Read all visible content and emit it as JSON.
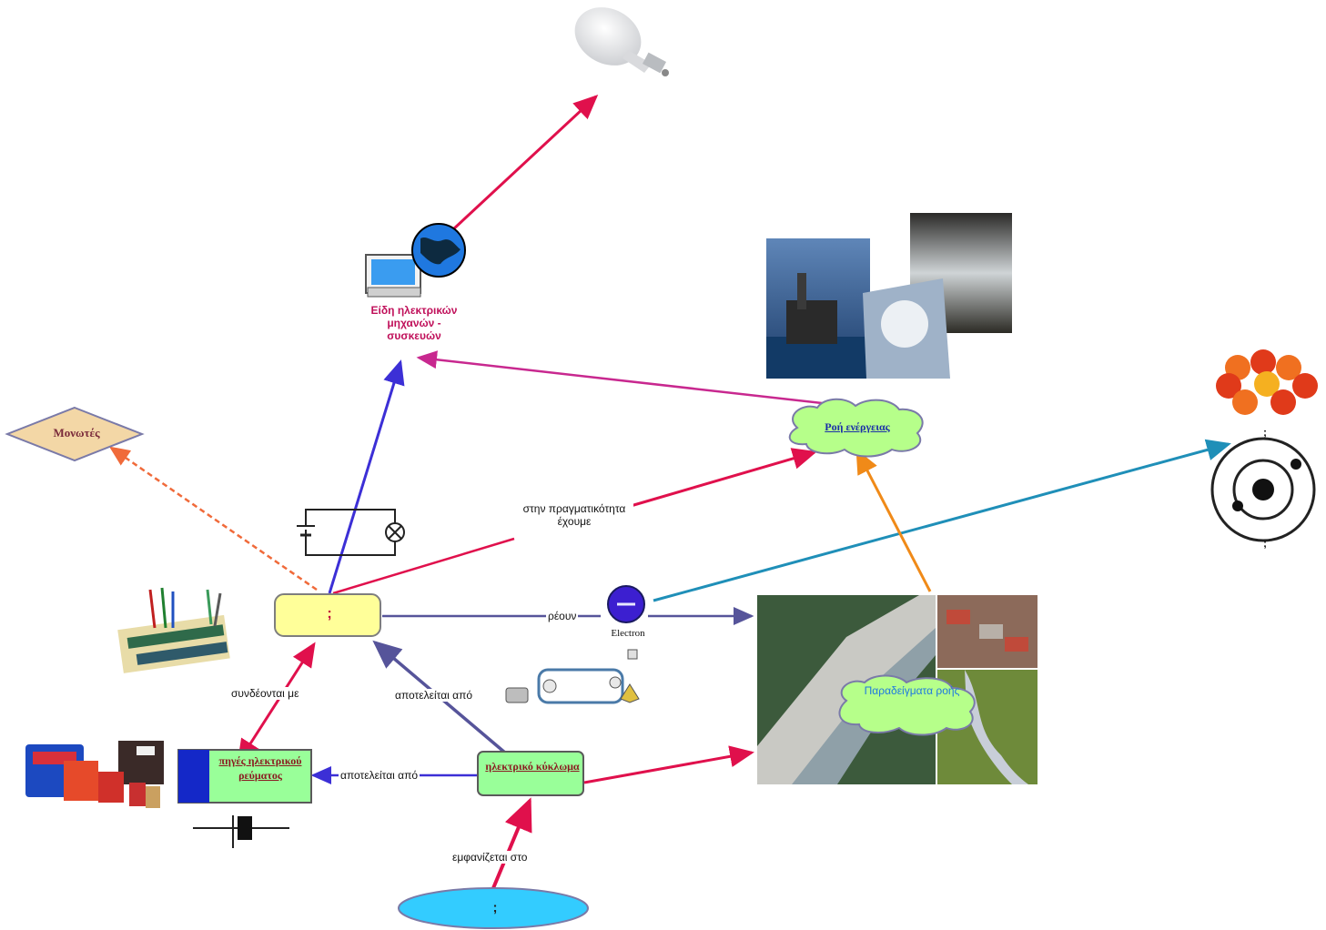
{
  "nodes": {
    "center": ";",
    "circuit": "ηλεκτρικό κύκλωμα",
    "sources": "πηγές ηλεκτρικού ρεύματος",
    "bottom": ";",
    "devices": "Είδη ηλεκτρικών μηχανών - συσκευών",
    "insulators": "Μονωτές",
    "energy_flow": "Ροή ενέργειας",
    "flow_examples": "Παραδείγματα ροής",
    "electron": "Electron",
    "atom_q1": ";",
    "atom_q2": ";"
  },
  "links": {
    "connected_with": "συνδέονται με",
    "consists_of_1": "αποτελείται από",
    "consists_of_2": "αποτελείται από",
    "flow": "ρέουν",
    "appears_in": "εμφανίζεται στο",
    "in_reality": "στην πραγματικότητα έχουμε"
  },
  "colors": {
    "red_arrow": "#e0104c",
    "purple_arrow": "#3c2fd6",
    "slate_arrow": "#56549a",
    "teal_arrow": "#1f8fb8",
    "orange_arrow": "#f08a18",
    "magenta_arrow": "#c8288f",
    "dashed_arrow": "#f06a3a",
    "node_yellow": "#ffff99",
    "node_green": "#99ff99",
    "node_blue": "#33ccff",
    "cloud_green": "#b6ff8a"
  }
}
